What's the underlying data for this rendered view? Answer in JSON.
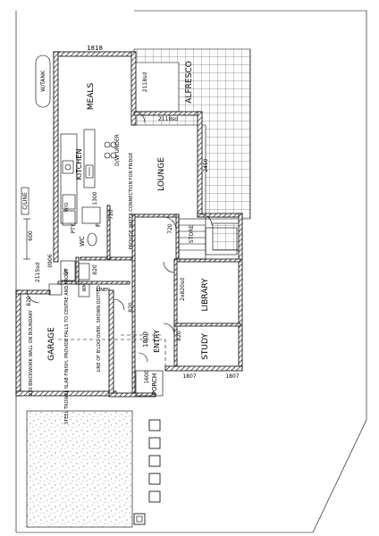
{
  "labels": {
    "meals": "MEALS",
    "alfresco": "ALFRESCO",
    "kitchen": "KITCHEN",
    "dw_under": "D/W UNDER",
    "water_connection": "PROVIDE WATER CONNECTION FOR FRIDGE",
    "lounge": "LOUNGE",
    "store": "STORE",
    "library": "LIBRARY",
    "study": "STUDY",
    "entry": "ENTRY",
    "porch": "PORCH",
    "garage": "GARAGE",
    "garage_note": "STEEL TROWEL SLAB FINISH, PROVIDE FALLS TO CENTRE AND FRONT",
    "boundary_note": "230 BRICKWORK WALL ON BOUNDARY",
    "building_line_note": "LINE OF B'LDG OVER, SHOWN DOTTED",
    "w_tank": "W/TANK",
    "c_line": "C/LINE",
    "pty": "PTY",
    "wc": "WC",
    "f": "F",
    "dy": "DY",
    "wm": "WM",
    "linen": "LINEN",
    "wo": "W/O"
  },
  "dimensions": {
    "d1818": "1818",
    "d2118sd_top": "2118sd",
    "d2118sd_mid": "2118sd",
    "d2450": "2450",
    "d1300": "1300",
    "d600": "600",
    "d720_upper": "720",
    "d720_stair": "720",
    "d0906": "0906",
    "d2115sd": "2115sd",
    "d820_lower": "820",
    "d820_garage": "820",
    "d820_entry": "820",
    "d820_study": "820",
    "d2x820sd": "2x820sd",
    "d1800": "1800",
    "d1807_left": "1807",
    "d1807_right": "1807",
    "d1600": "1600"
  }
}
